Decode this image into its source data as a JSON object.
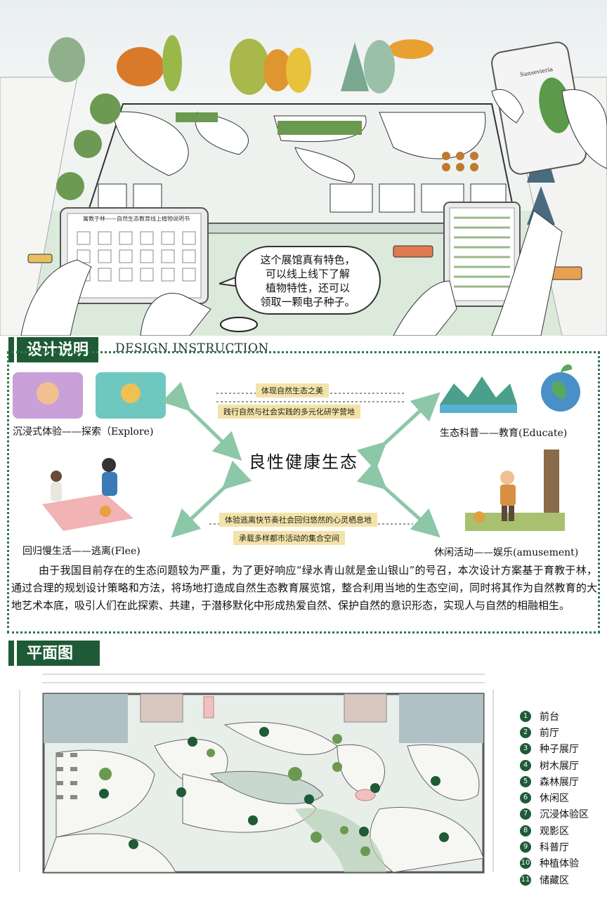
{
  "hero": {
    "bubble_lines": [
      "这个展馆真有特色，",
      "可以线上线下了解",
      "植物特性，还可以",
      "领取一颗电子种子。"
    ],
    "tablet_title": "寓教于林——自然生态教育线上植物说明书",
    "phone_title": "Sansevieria"
  },
  "design_section": {
    "title": "设计说明",
    "subtitle": "DESIGN INSTRUCTION",
    "center": "良性健康生态",
    "tag_top_1": "体现自然生态之美",
    "tag_top_2": "践行自然与社会实践的多元化研学营地",
    "tag_bottom_1": "体验逃离快节奏社会回归悠然的心灵栖息地",
    "tag_bottom_2": "承载多样都市活动的集合空间",
    "caption_tl": "沉浸式体验——探索（Explore)",
    "caption_tr": "生态科普——教育(Educate)",
    "caption_bl": "回归慢生活——逃离(Flee)",
    "caption_br": "休闲活动——娱乐(amusement)",
    "paragraph": "由于我国目前存在的生态问题较为严重，为了更好响应“绿水青山就是金山银山”的号召，本次设计方案基于育教于林，通过合理的规划设计策略和方法，将场地打造成自然生态教育展览馆，整合利用当地的生态空间，同时将其作为自然教育的大地艺术本底，吸引人们在此探索、共建，于潜移默化中形成热爱自然、保护自然的意识形态，实现人与自然的相融相生。"
  },
  "plan_section": {
    "title": "平面图",
    "legend": [
      {
        "n": "1",
        "label": "前台"
      },
      {
        "n": "2",
        "label": "前厅"
      },
      {
        "n": "3",
        "label": "种子展厅"
      },
      {
        "n": "4",
        "label": "树木展厅"
      },
      {
        "n": "5",
        "label": "森林展厅"
      },
      {
        "n": "6",
        "label": "休闲区"
      },
      {
        "n": "7",
        "label": "沉浸体验区"
      },
      {
        "n": "8",
        "label": "观影区"
      },
      {
        "n": "9",
        "label": "科普厅"
      },
      {
        "n": "10",
        "label": "种植体验"
      },
      {
        "n": "11",
        "label": "储藏区"
      }
    ]
  },
  "colors": {
    "accent": "#1f5a36",
    "arrow": "#8cc7a8",
    "tag": "#f3e3a8"
  }
}
